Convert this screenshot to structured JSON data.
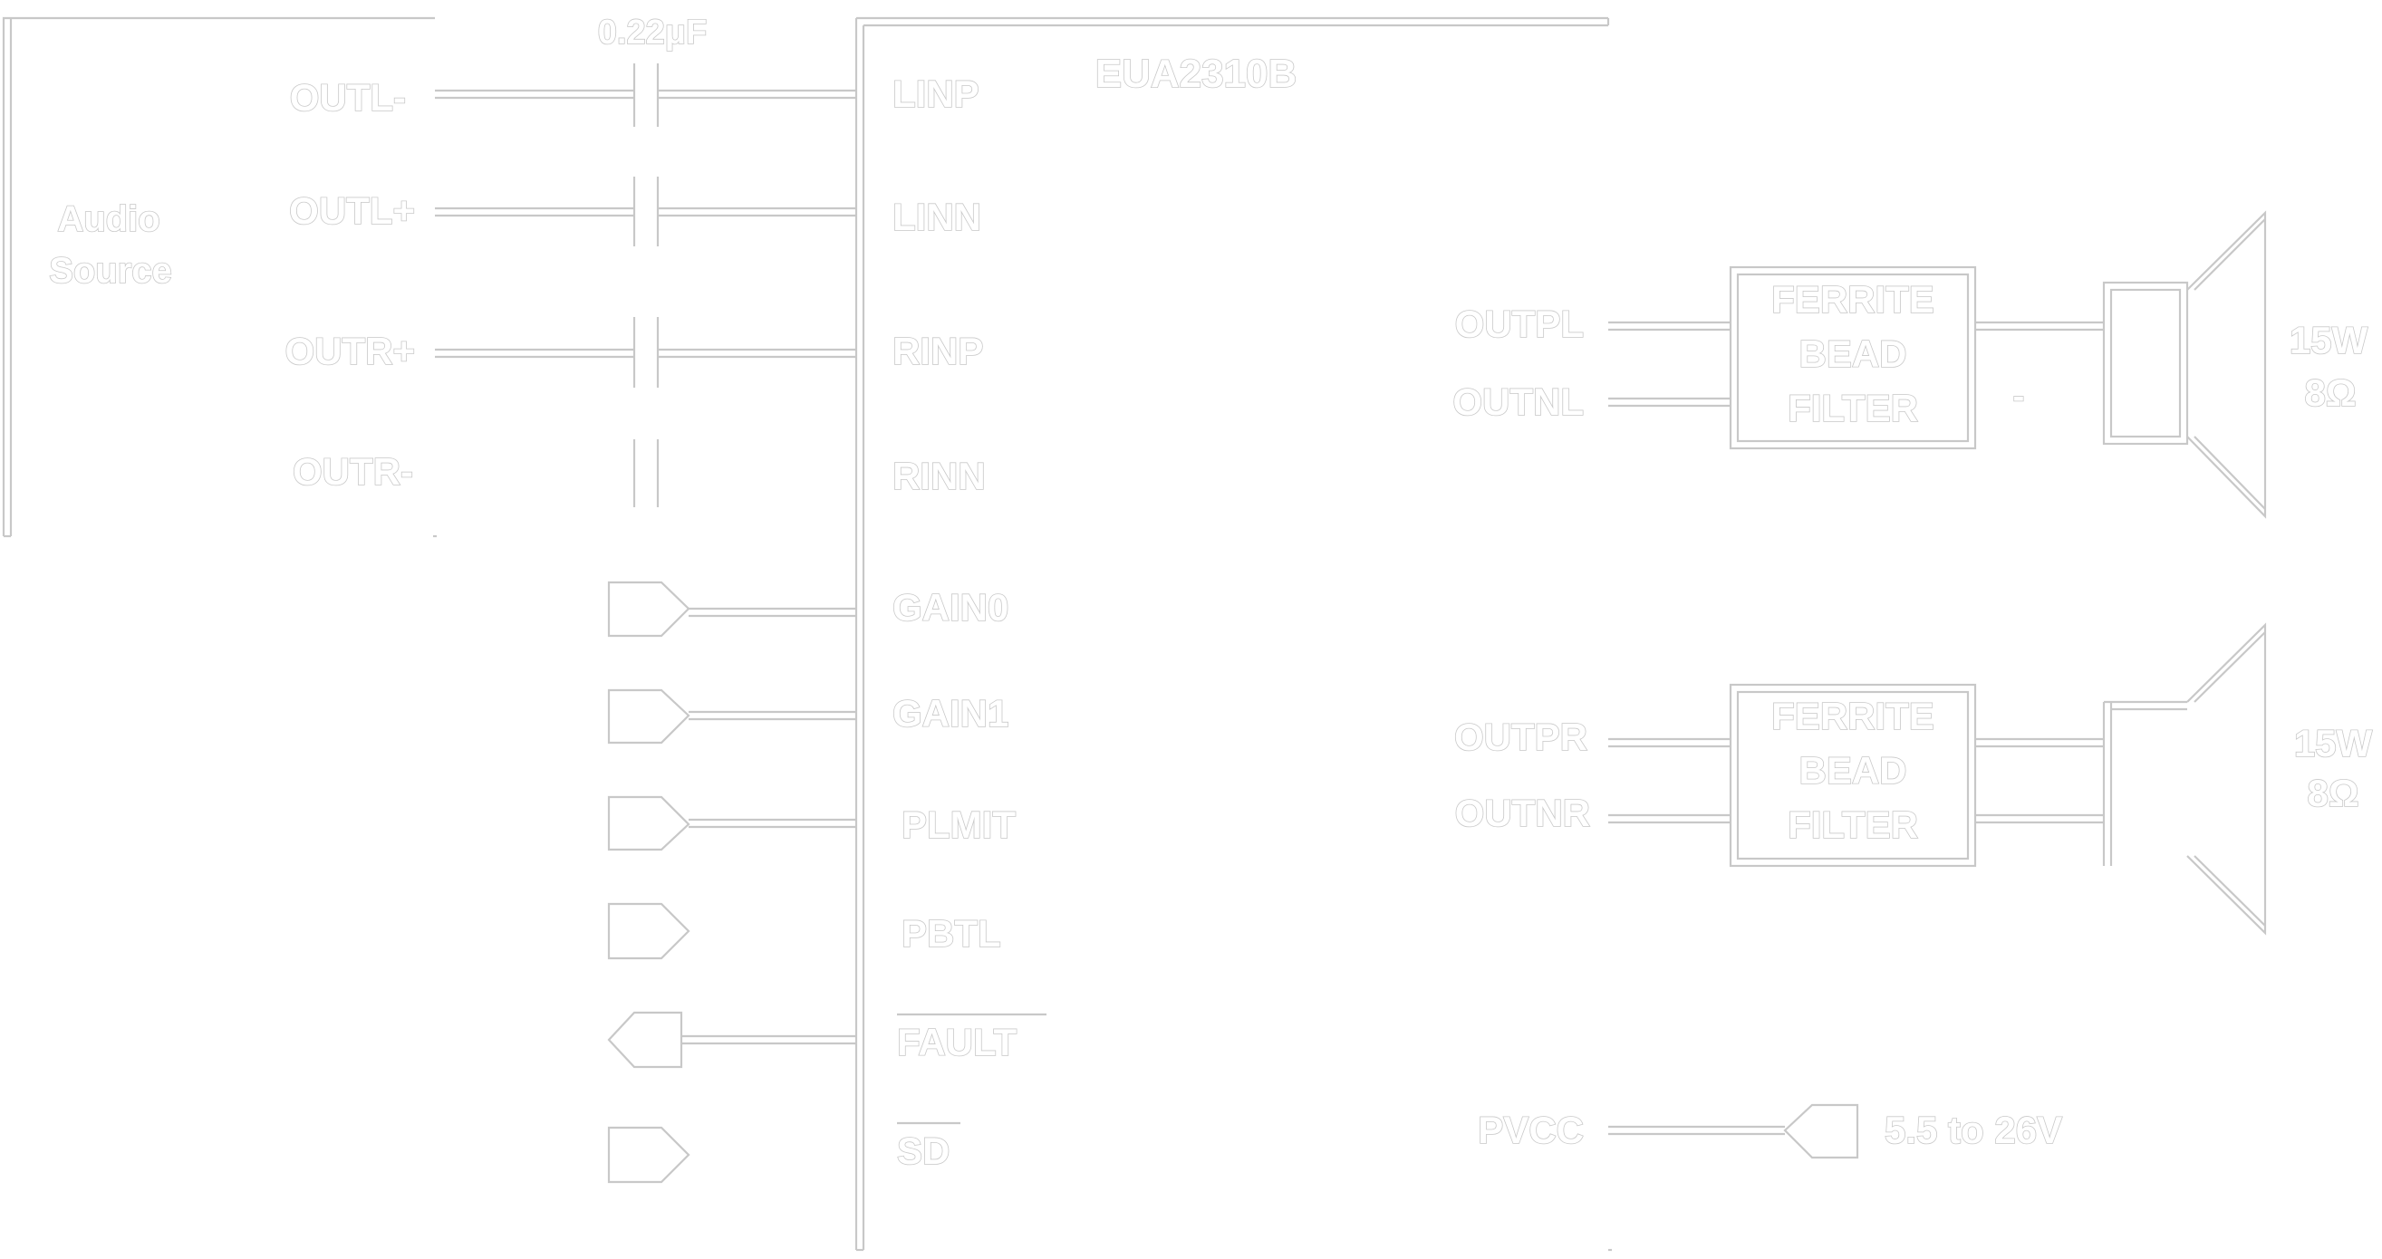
{
  "chip": {
    "name": "EUA2310B",
    "pins_left": [
      "LINP",
      "LINN",
      "RINP",
      "RINN",
      "GAIN0",
      "GAIN1",
      "PLMIT",
      "PBTL",
      "FAULT",
      "SD"
    ],
    "pins_right": [
      "OUTPL",
      "OUTNL",
      "OUTPR",
      "OUTNR",
      "PVCC"
    ]
  },
  "source": {
    "title_line1": "Audio",
    "title_line2": "Source",
    "outputs": [
      "OUTL-",
      "OUTL+",
      "OUTR+",
      "OUTR-"
    ]
  },
  "capacitor": {
    "value": "0.22μF"
  },
  "filters": [
    {
      "line1": "FERRITE",
      "line2": "BEAD",
      "line3": "FILTER",
      "marker": "-"
    },
    {
      "line1": "FERRITE",
      "line2": "BEAD",
      "line3": "FILTER"
    }
  ],
  "speakers": [
    {
      "power": "15W",
      "impedance": "8Ω"
    },
    {
      "power": "15W",
      "impedance": "8Ω"
    }
  ],
  "supply": {
    "label": "5.5 to 26V"
  },
  "colors": {
    "line": "#c8c8c8",
    "fill": "#ffffff",
    "background": "#ffffff"
  }
}
